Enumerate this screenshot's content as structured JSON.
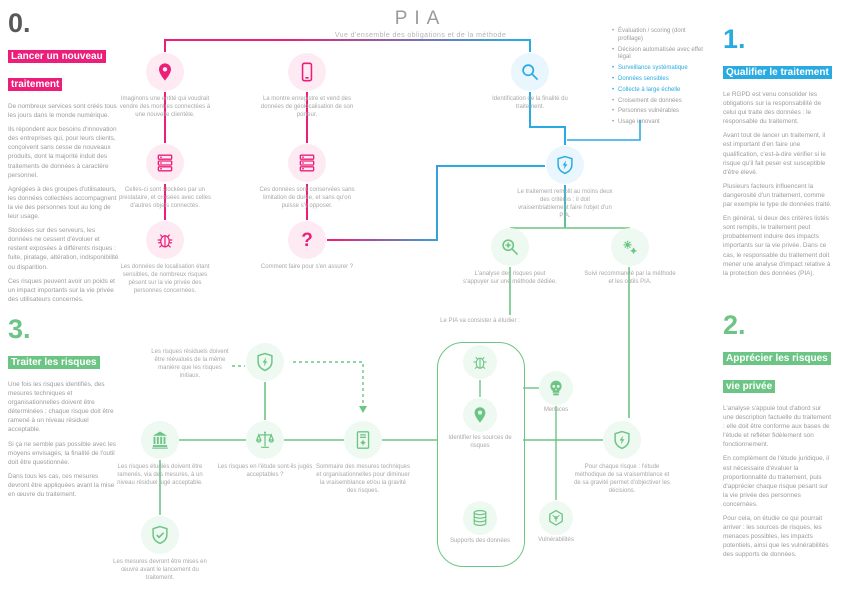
{
  "title": "PIA",
  "subtitle": "Vue d'ensemble des obligations et de la méthode",
  "colors": {
    "magenta": "#ec1e79",
    "blue": "#29abe2",
    "green": "#6cc584",
    "gray": "#9b9b9b"
  },
  "icons": {
    "map-pin": "pin",
    "smartphone": "phone",
    "server": "server-stack",
    "bug": "bug",
    "question-mark": "?",
    "magnifier": "search",
    "shield-bolt": "shield",
    "shield-check": "shield-check",
    "gears": "gears",
    "scales": "justice-scales",
    "document-gear": "measures-doc",
    "bank": "institution",
    "skull": "skull",
    "database": "db-cylinder",
    "hexagon-molecule": "hexagon"
  },
  "sections": {
    "s0": {
      "number": "0.",
      "heading": "Lancer un nouveau traitement",
      "paragraphs": [
        "De nombreux services sont créés tous les jours dans le monde numérique.",
        "Ils répondent aux besoins d'innovation des entreprises qui, pour leurs clients, conçoivent sans cesse de nouveaux produits, dont la majorité induit des traitements de données à caractère personnel.",
        "Agrégées à des groupes d'utilisateurs, les données collectées accompagnent la vie des personnes tout au long de leur usage.",
        "Stockées sur des serveurs, les données ne cessent d'évoluer et restent exposées à différents risques : fuite, piratage, altération, indisponibilité ou disparition.",
        "Ces risques peuvent avoir un poids et un impact importants sur la vie privée des utilisateurs concernés."
      ]
    },
    "s1": {
      "number": "1.",
      "heading": "Qualifier le traitement",
      "paragraphs": [
        "Le RGPD est venu consolider les obligations sur la responsabilité de celui qui traite des données : le responsable du traitement.",
        "Avant tout de lancer un traitement, il est important d'en faire une qualification, c'est-à-dire vérifier si le risque qu'il fait peser est susceptible d'être élevé.",
        "Plusieurs facteurs influencent la dangerosité d'un traitement, comme par exemple le type de données traité.",
        "En général, si deux des critères listés sont remplis, le traitement peut probablement induire des impacts importants sur la vie privée. Dans ce cas, le responsable du traitement doit mener une analyse d'impact relative à la protection des données (PIA)."
      ]
    },
    "s2": {
      "number": "2.",
      "heading": "Apprécier les risques vie privée",
      "paragraphs": [
        "L'analyse s'appuie tout d'abord sur une description factuelle du traitement : elle doit être conforme aux bases de l'étude et refléter fidèlement son fonctionnement.",
        "En complément de l'étude juridique, il est nécessaire d'évaluer la proportionnalité du traitement, puis d'apprécier chaque risque pesant sur la vie privée des personnes concernées.",
        "Pour cela, on étudie ce qui pourrait arriver : les sources de risques, les menaces possibles, les impacts potentiels, ainsi que les vulnérabilités des supports de données."
      ]
    },
    "s3": {
      "number": "3.",
      "heading": "Traiter les risques",
      "paragraphs": [
        "Une fois les risques identifiés, des mesures techniques et organisationnelles doivent être déterminées ; chaque risque doit être ramené à un niveau résiduel acceptable.",
        "Si ça ne semble pas possible avec les moyens envisagés, la finalité de l'outil doit être questionnée.",
        "Dans tous les cas, ces mesures devront être appliquées avant la mise en œuvre du traitement."
      ]
    }
  },
  "flow": {
    "pink": {
      "pin": "Imaginons une entité qui voudrait vendre des montres connectées à une nouvelle clientèle.",
      "phone": "La montre enregistre et vend des données de géolocalisation de son porteur.",
      "server1": "Celles-ci sont stockées par un prestataire, et croisées avec celles d'autres objets connectés.",
      "server2": "Ces données sont conservées sans limitation de durée, et sans qu'on puisse s'y opposer.",
      "bug": "Les données de localisation étant sensibles, de nombreux risques pèsent sur la vie privée des personnes concernées.",
      "question": "Comment faire pour s'en assurer ?"
    },
    "blue": {
      "finality": "Identification de la finalité du traitement.",
      "criteria": [
        {
          "label": "Évaluation / scoring (dont profilage)"
        },
        {
          "label": "Décision automatisée avec effet légal"
        },
        {
          "label": "Surveillance systématique"
        },
        {
          "label": "Données sensibles"
        },
        {
          "label": "Collecte à large échelle"
        },
        {
          "label": "Croisement de données"
        },
        {
          "label": "Personnes vulnérables"
        },
        {
          "label": "Usage innovant"
        }
      ],
      "shield": "Le traitement remplit au moins deux des critères : il doit vraisemblablement faire l'objet d'un PIA."
    },
    "green": {
      "method": "L'analyse des risques peut s'appuyer sur une méthode dédiée.",
      "tools": "Suivi recommandé par la méthode et les outils PIA.",
      "pia_label": "Le PIA va consister à étudier :",
      "residual_note": "Les risques résiduels doivent être réévalués de la même manière que les risques initiaux.",
      "bank": "Les risques étudiés doivent être ramenés, via des mesures, à un niveau résiduel jugé acceptable.",
      "scales": "Les risques en l'étude sont-ils jugés acceptables ?",
      "measures": "Sommaire des mesures techniques et organisationnelles pour diminuer la vraisemblance et/ou la gravité des risques.",
      "shield_bottom": "Les mesures devront être mises en œuvre avant le lancement du traitement.",
      "identify": "Identifier les sources de risques",
      "menaces": "Menaces",
      "supports": "Supports des données",
      "vulnerabilities": "Vulnérabilités",
      "risk_eval": "Pour chaque risque : l'étude méthodique de sa vraisemblance et de sa gravité permet d'objectiver les décisions."
    }
  }
}
